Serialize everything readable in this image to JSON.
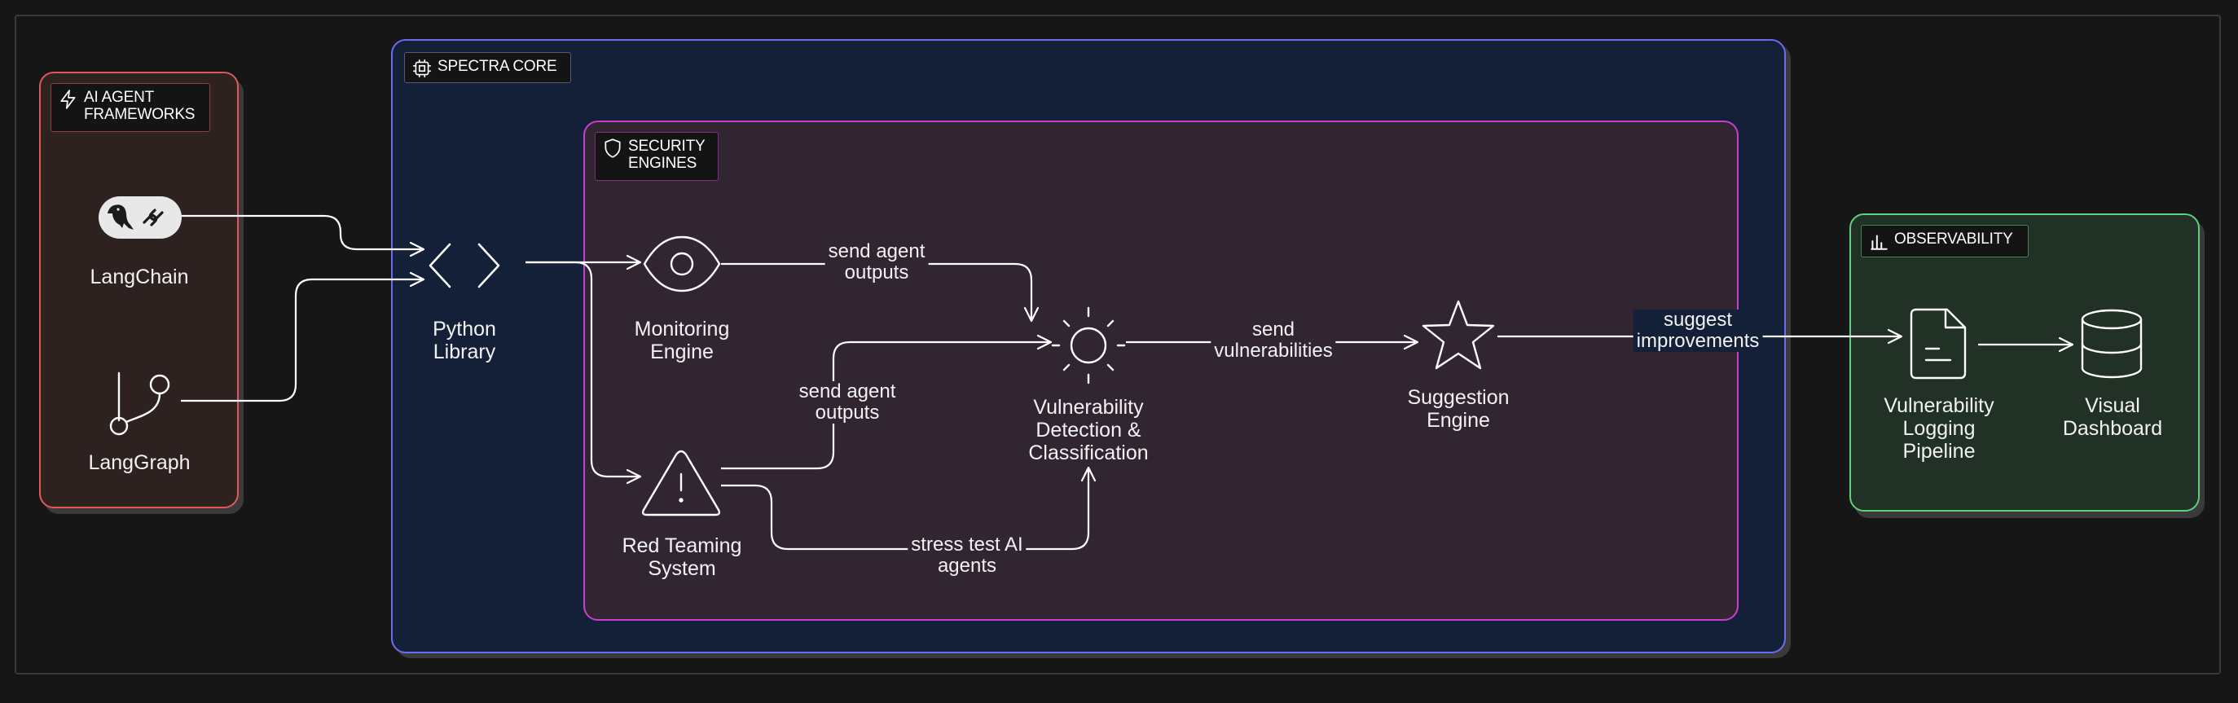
{
  "groups": {
    "frameworks": {
      "label": "AI AGENT\nFRAMEWORKS",
      "border": "#e0585a",
      "fill": "#2e2220",
      "icon": "lightning-icon"
    },
    "core": {
      "label": "SPECTRA CORE",
      "border": "#6a6cf6",
      "fill": "#142038",
      "icon": "chip-icon"
    },
    "security": {
      "label": "SECURITY\nENGINES",
      "border": "#c640d0",
      "fill": "#322532",
      "icon": "shield-icon"
    },
    "observability": {
      "label": "OBSERVABILITY",
      "border": "#5fcf80",
      "fill": "#223125",
      "icon": "bar-chart-icon"
    }
  },
  "nodes": {
    "langchain": {
      "label": "LangChain",
      "icon": "parrot-link-icon"
    },
    "langgraph": {
      "label": "LangGraph",
      "icon": "git-branch-icon"
    },
    "python_library": {
      "label": "Python\nLibrary",
      "icon": "code-brackets-icon"
    },
    "monitoring_engine": {
      "label": "Monitoring\nEngine",
      "icon": "eye-icon"
    },
    "red_teaming": {
      "label": "Red Teaming\nSystem",
      "icon": "warning-triangle-icon"
    },
    "vuln_detection": {
      "label": "Vulnerability\nDetection &\nClassification",
      "icon": "sun-icon"
    },
    "suggestion_engine": {
      "label": "Suggestion\nEngine",
      "icon": "star-icon"
    },
    "logging_pipeline": {
      "label": "Vulnerability\nLogging\nPipeline",
      "icon": "document-icon"
    },
    "visual_dashboard": {
      "label": "Visual\nDashboard",
      "icon": "database-icon"
    }
  },
  "edges": {
    "monitor_to_detect": "send agent\noutputs",
    "redteam_to_detect": "send agent\noutputs",
    "stress_test": "stress test AI\nagents",
    "send_vulns": "send\nvulnerabilities",
    "suggest": "suggest\nimprovements"
  }
}
